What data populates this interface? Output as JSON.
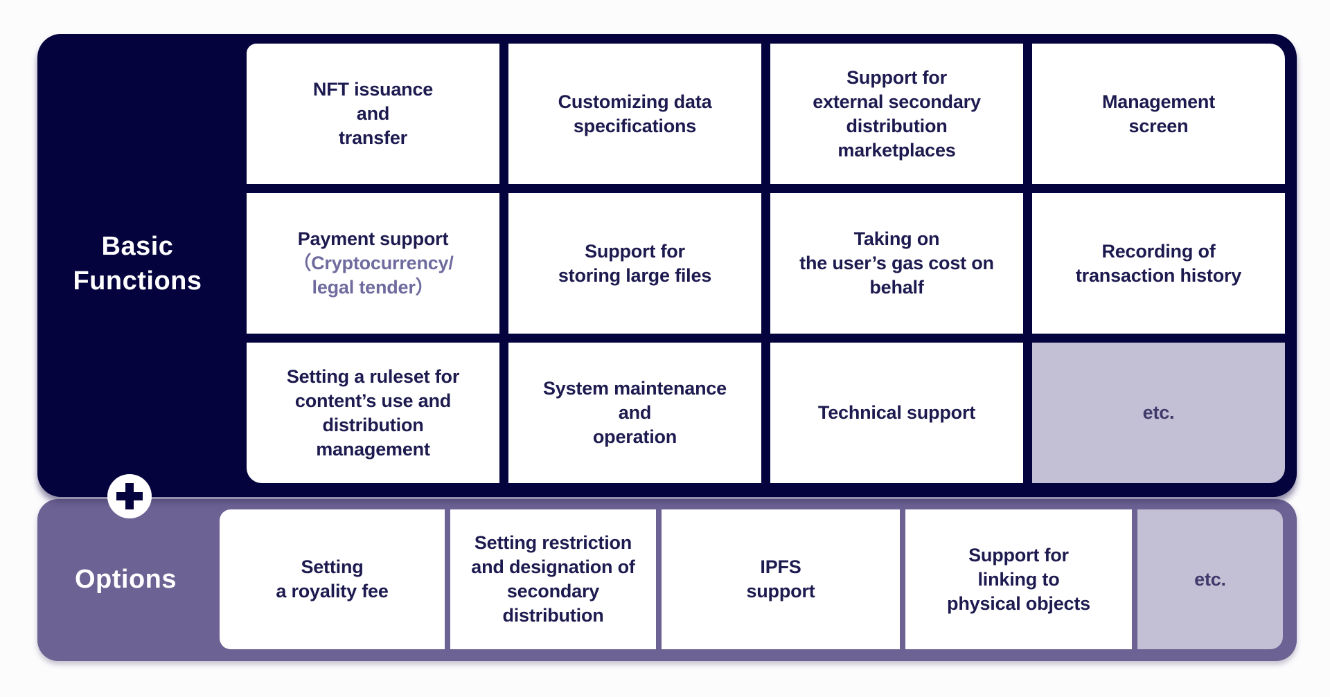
{
  "diagram": {
    "title": "NFT service functions diagram",
    "colors": {
      "navy_panel": "#04033d",
      "purple_panel": "#6c6293",
      "lavender_cell": "#c3bfd5",
      "cell_text": "#1d1a4f",
      "muted_cell_text": "#403a6b",
      "payment_subtext": "#6f6b9e",
      "label_text": "#ffffff",
      "cell_background": "#ffffff",
      "page_background": "#fcfcfd"
    }
  },
  "basic": {
    "label": "Basic\nFunctions",
    "cells": [
      {
        "id": "nft-issuance",
        "text": "NFT issuance\nand\ntransfer"
      },
      {
        "id": "customizing-data",
        "text": "Customizing data\nspecifications"
      },
      {
        "id": "external-marketplaces",
        "text": "Support for\nexternal secondary\ndistribution\nmarketplaces"
      },
      {
        "id": "management-screen",
        "text": "Management\nscreen"
      },
      {
        "id": "payment-support",
        "text": "Payment support",
        "subtext": "（Cryptocurrency/\nlegal tender）"
      },
      {
        "id": "storing-large-files",
        "text": "Support for\nstoring large files"
      },
      {
        "id": "gas-cost",
        "text": "Taking on\nthe user’s gas cost on\nbehalf"
      },
      {
        "id": "transaction-history",
        "text": "Recording of\ntransaction history"
      },
      {
        "id": "ruleset",
        "text": "Setting a ruleset for\ncontent’s use and\ndistribution\nmanagement"
      },
      {
        "id": "system-maintenance",
        "text": "System maintenance\nand\noperation"
      },
      {
        "id": "technical-support",
        "text": "Technical support"
      },
      {
        "id": "etc-basic",
        "text": "etc."
      }
    ]
  },
  "connector": {
    "symbol": "plus"
  },
  "options": {
    "label": "Options",
    "cells": [
      {
        "id": "royalty-fee",
        "text": "Setting\na royality fee"
      },
      {
        "id": "secondary-distribution",
        "text": "Setting restriction\nand designation of\nsecondary\ndistribution"
      },
      {
        "id": "ipfs",
        "text": "IPFS\nsupport"
      },
      {
        "id": "physical-objects",
        "text": "Support for\nlinking to\nphysical objects"
      },
      {
        "id": "etc-options",
        "text": "etc."
      }
    ]
  }
}
